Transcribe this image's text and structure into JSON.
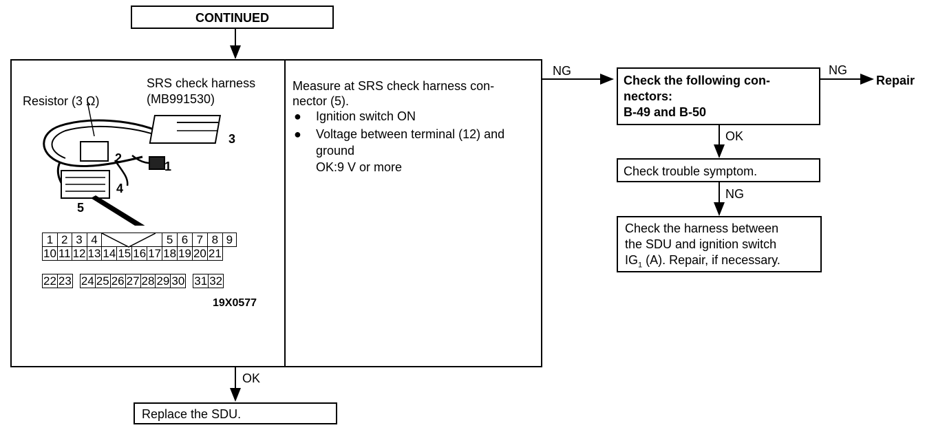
{
  "continued_box": {
    "label": "CONTINUED"
  },
  "main_box": {
    "image": {
      "srs_harness_label": "SRS check harness",
      "srs_harness_part": "(MB991530)",
      "resistor_label": "Resistor (3 Ω)",
      "callouts": [
        "1",
        "2",
        "3",
        "4",
        "5"
      ],
      "connector_pins": {
        "row1": [
          "1",
          "2",
          "3",
          "4",
          "",
          "5",
          "6",
          "7",
          "8",
          "9"
        ],
        "row2": [
          "10",
          "11",
          "12",
          "13",
          "14",
          "15",
          "16",
          "17",
          "18",
          "19",
          "20",
          "21"
        ],
        "row3": [
          "22",
          "23",
          "",
          "24",
          "25",
          "26",
          "27",
          "28",
          "29",
          "30",
          "",
          "31",
          "32"
        ]
      },
      "figure_id": "19X0577"
    },
    "instructions": {
      "line1": "Measure at SRS check harness con-",
      "line2": "nector (5).",
      "bullet1": "Ignition switch ON",
      "bullet2a": "Voltage between terminal (12) and",
      "bullet2b": "ground",
      "ok_value": "OK:9 V or more"
    }
  },
  "arrows": {
    "ng_main": "NG",
    "ng_connectors": "NG",
    "ok_connectors": "OK",
    "ng_symptom": "NG",
    "ok_main": "OK"
  },
  "connectors_box": {
    "line1": "Check the following con-",
    "line2": "nectors:",
    "line3": "B-49 and B-50"
  },
  "repair": {
    "label": "Repair"
  },
  "symptom_box": {
    "label": "Check trouble symptom."
  },
  "harness_box": {
    "line1": "Check the harness between",
    "line2": "the SDU and ignition switch",
    "line3": "IG",
    "line3_sub": "1",
    "line3_rest": " (A). Repair, if necessary."
  },
  "replace_box": {
    "label": "Replace the SDU."
  }
}
